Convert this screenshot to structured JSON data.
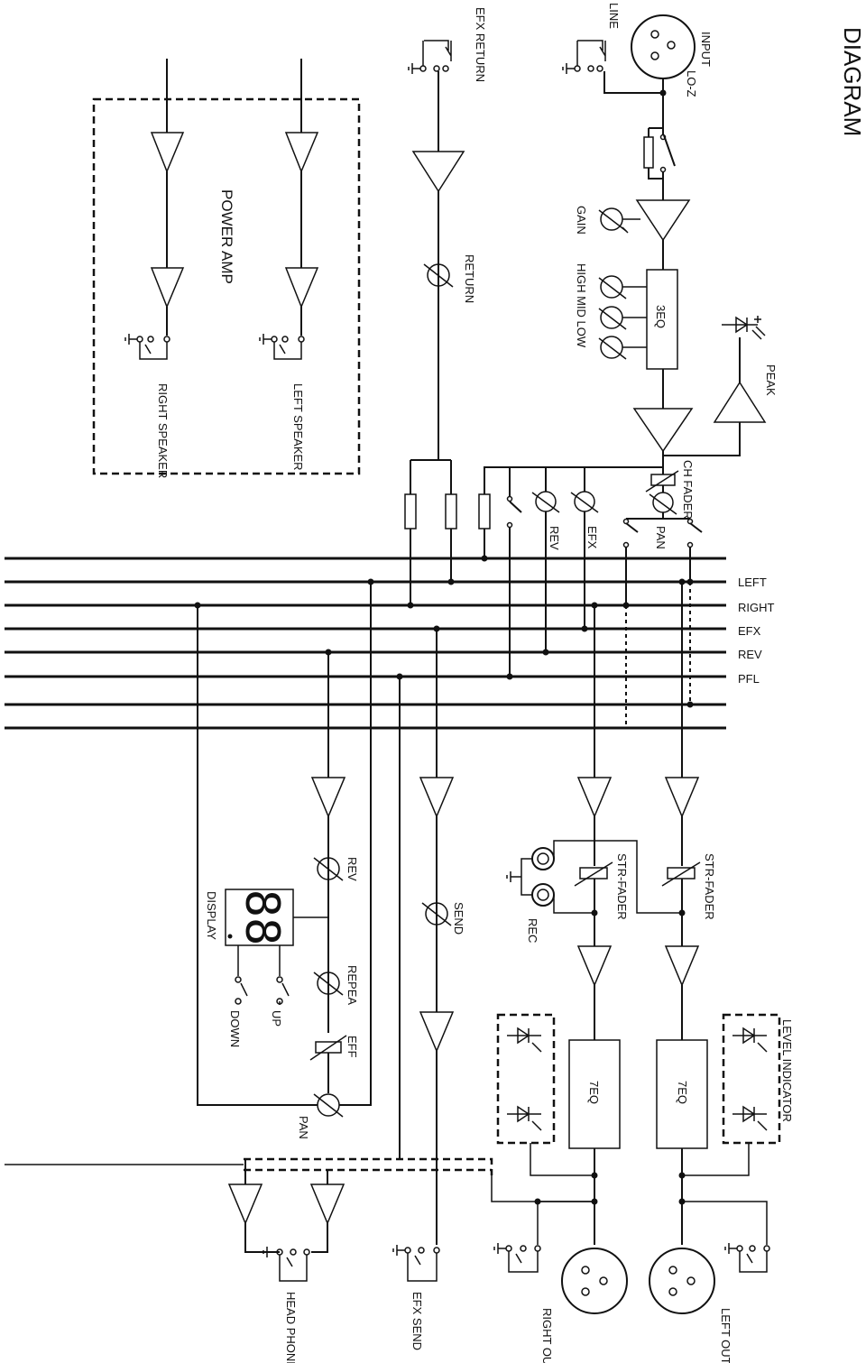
{
  "title": "DIAGRAM",
  "labels": {
    "input": "INPUT",
    "line": "LINE",
    "lo_z": "LO-Z",
    "efx_return": "EFX RETURN",
    "gain": "GAIN",
    "high_mid_low": "HIGH MID LOW",
    "eq3": "3EQ",
    "peak": "PEAK",
    "return": "RETURN",
    "ch_fader": "CH FADER",
    "pan": "PAN",
    "efx": "EFX",
    "rev": "REV",
    "power_amp": "POWER AMP",
    "left_speaker": "LEFT SPEAKER",
    "right_speaker": "RIGHT SPEAKER",
    "str_fader_1": "STR-FADER",
    "str_fader_2": "STR-FADER",
    "rec": "REC",
    "send": "SEND",
    "rev2": "REV",
    "display": "DISPLAY",
    "repea": "REPEA",
    "eff": "EFF",
    "pan2": "PAN",
    "up": "UP",
    "down": "DOWN",
    "level_indicator": "LEVEL INDICATOR",
    "eq7_1": "7EQ",
    "eq7_2": "7EQ",
    "left_out": "LEFT OUT",
    "right_out": "RIGHT OUT",
    "efx_send": "EFX SEND",
    "head_phone": "HEAD PHONE"
  },
  "bus_labels": [
    "LEFT",
    "RIGHT",
    "EFX",
    "REV",
    "PFL"
  ],
  "display_digits": "88"
}
